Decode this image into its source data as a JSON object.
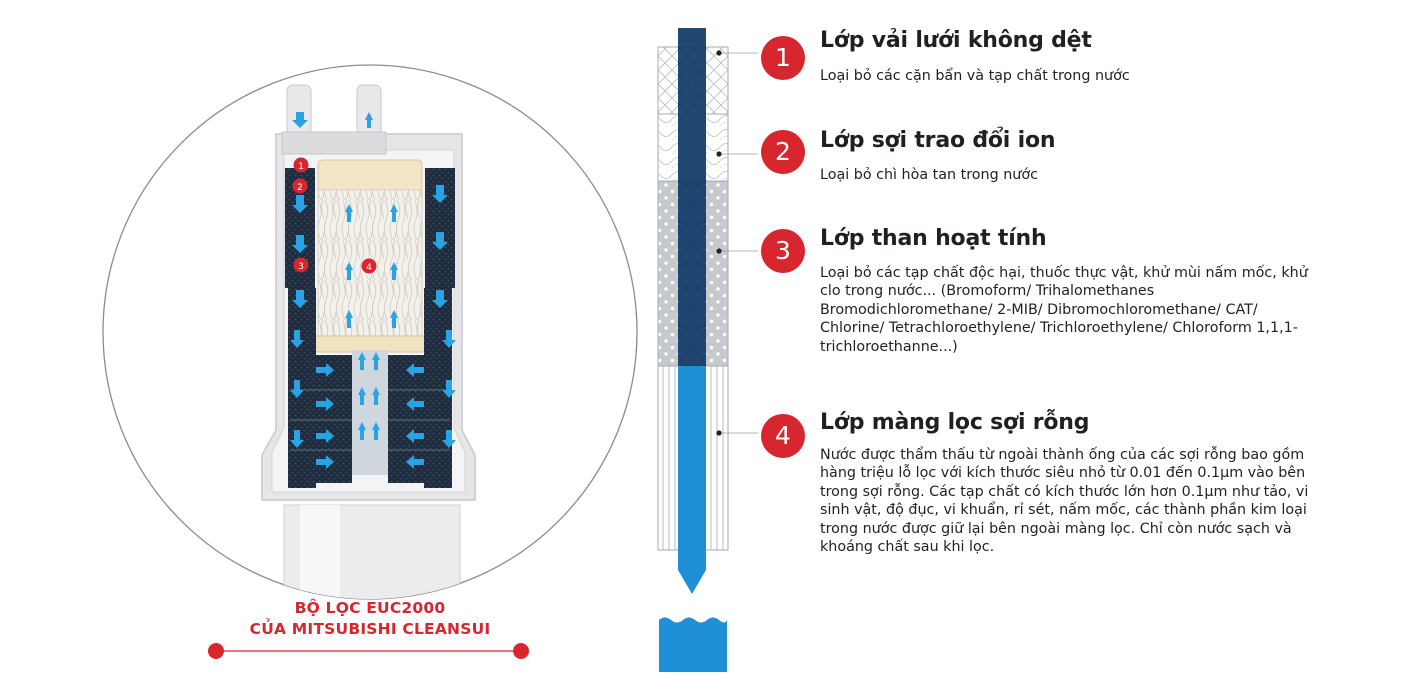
{
  "caption": {
    "line1": "BỘ LỌC EUC2000",
    "line2": "CỦA MITSUBISHI CLEANSUI"
  },
  "diagram_markers": [
    "1",
    "2",
    "3",
    "4"
  ],
  "layers": [
    {
      "number": "1",
      "title": "Lớp vải lưới không dệt",
      "description": "Loại bỏ các cặn bẩn và tạp chất trong nước"
    },
    {
      "number": "2",
      "title": "Lớp sợi trao đổi ion",
      "description": "Loại bỏ chì hòa tan trong nước"
    },
    {
      "number": "3",
      "title": "Lớp than hoạt tính",
      "description": "Loại bỏ các tạp chất độc hại, thuốc thực vật, khử mùi nấm mốc, khử clo trong nước... (Bromoform/ Trihalomethanes Bromodichloromethane/ 2-MIB/ Dibromochloromethane/ CAT/ Chlorine/ Tetrachloroethylene/ Trichloroethylene/ Chloroform 1,1,1-trichloroethanne...)"
    },
    {
      "number": "4",
      "title": "Lớp màng lọc sợi rỗng",
      "description": "Nước được thẩm thấu từ ngoài thành ống của các sợi rỗng bao gồm hàng triệu lỗ lọc với kích thước siêu nhỏ từ 0.01 đến 0.1μm vào bên trong sợi rỗng. Các tạp chất có kích thước lớn hơn 0.1μm như tảo, vi sinh vật, độ đục, vi khuẩn, rỉ sét, nấm mốc, các thành phần kim loại trong nước được giữ lại bên ngoài màng lọc. Chỉ còn nước sạch và khoáng chất sau khi lọc."
    }
  ],
  "colors": {
    "accent_red": "#d7262e",
    "water_blue": "#1f8fd6",
    "pipe_navy": "#0f3a66",
    "carbon_dark": "#1e2c3d",
    "housing_gray": "#e6e6e8"
  }
}
